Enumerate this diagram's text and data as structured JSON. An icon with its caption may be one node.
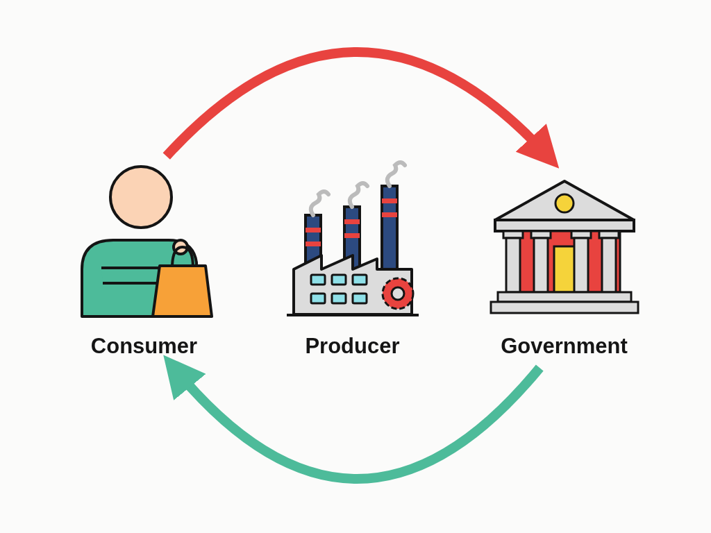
{
  "diagram": {
    "nodes": [
      {
        "text": [
          "Consumer"
        ]
      },
      {
        "text": [
          "Producer"
        ]
      },
      {
        "text": [
          "Government"
        ]
      }
    ],
    "edges": [
      {
        "from": 0,
        "to": 2,
        "arrow": "to",
        "color": "#e8433f"
      },
      {
        "from": 2,
        "to": 0,
        "arrow": "to",
        "color": "#4dbb9a"
      }
    ]
  }
}
